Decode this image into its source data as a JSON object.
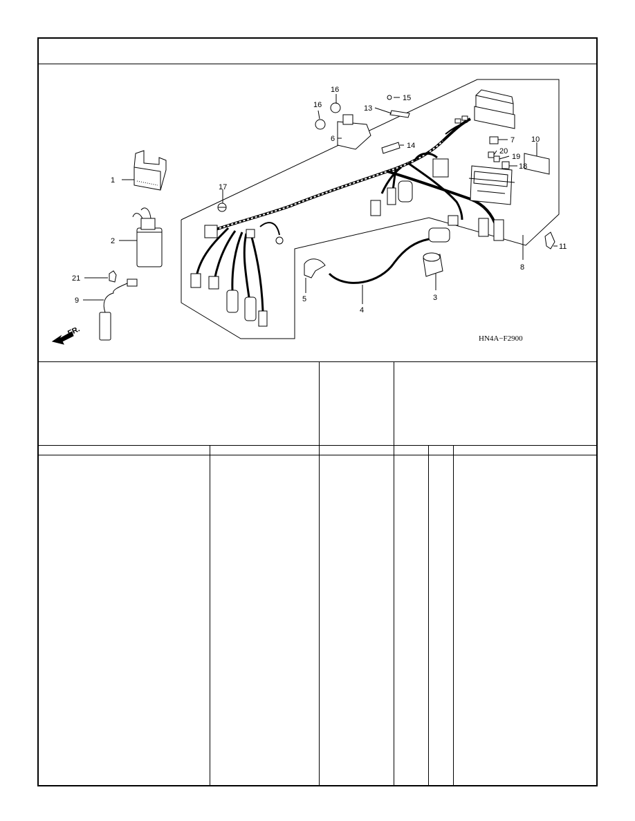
{
  "diagram": {
    "figure_code": "HN4A−F2900",
    "front_label": "FR.",
    "callouts": [
      "1",
      "2",
      "3",
      "4",
      "5",
      "6",
      "7",
      "8",
      "9",
      "10",
      "11",
      "13",
      "14",
      "15",
      "16",
      "16",
      "17",
      "18",
      "19",
      "20",
      "21"
    ]
  }
}
